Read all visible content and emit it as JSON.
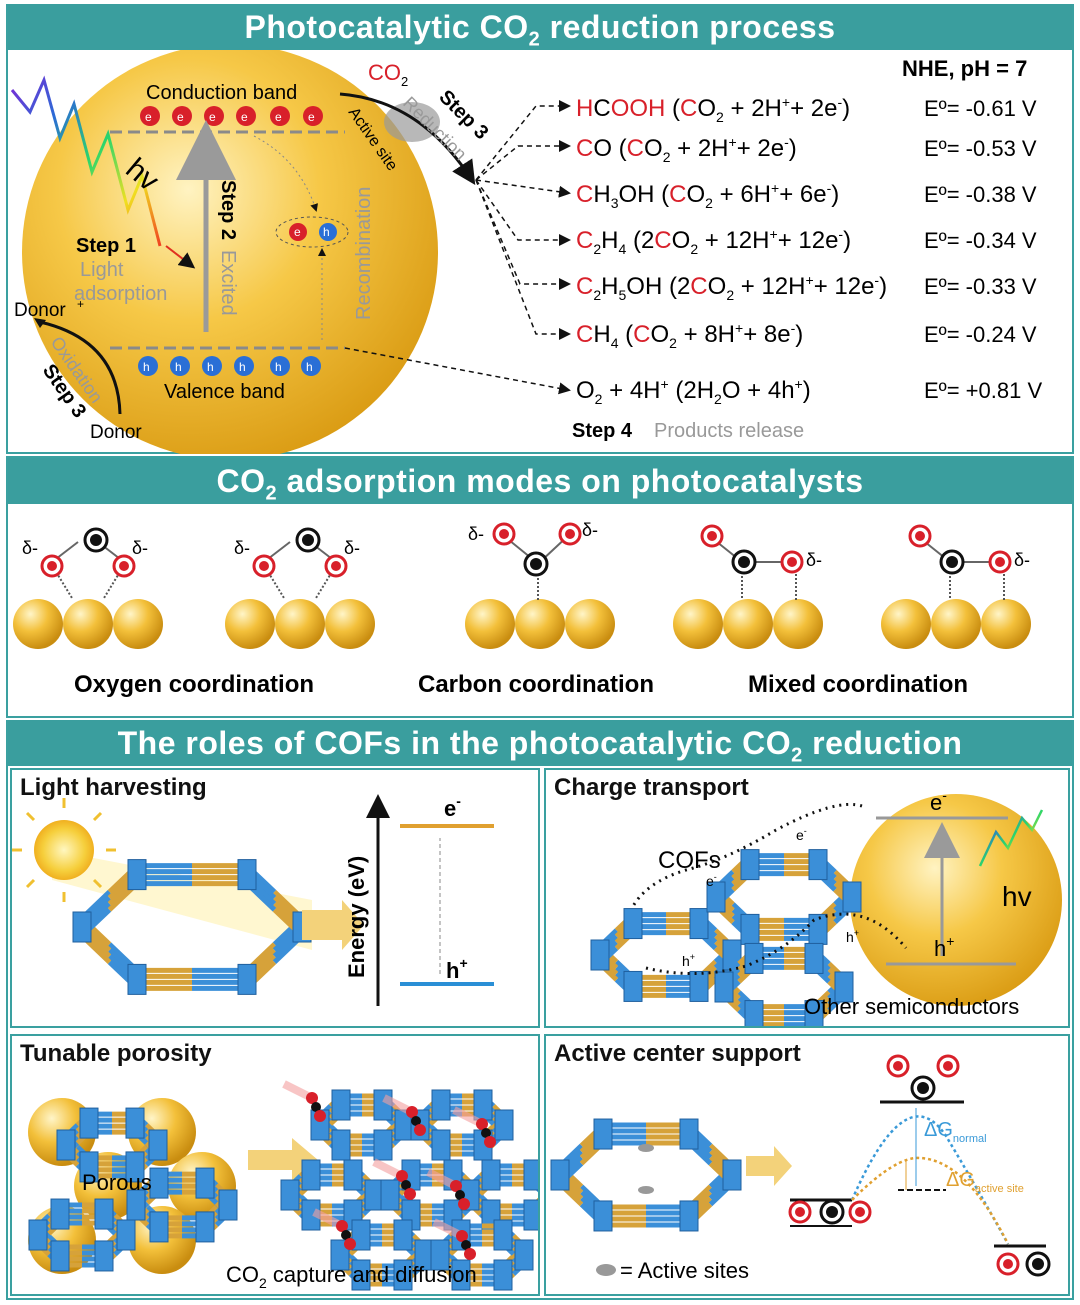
{
  "section1": {
    "title_pre": "Photocatalytic CO",
    "title_sub": "2",
    "title_post": " reduction process",
    "nhe": "NHE, pH = 7",
    "conduction_band": "Conduction band",
    "valence_band": "Valence band",
    "hv": "hv",
    "step1": "Step 1",
    "step1_desc_1": "Light",
    "step1_desc_2": "adsorption",
    "step2": "Step 2",
    "step2_desc": "Excited",
    "recombination": "Recombination",
    "active_site": "Active site",
    "reduction": "Reduction",
    "step3": "Step 3",
    "oxidation": "Oxidation",
    "donor_plus": "Donor",
    "donor": "Donor",
    "co2": "CO",
    "electron": "e",
    "hole": "h",
    "step4": "Step 4",
    "step4_desc": "Products release",
    "reactions": [
      {
        "product": "HCOOH",
        "eq": "(CO2 + 2H+ + 2e-)",
        "potential": "Eº= -0.61 V"
      },
      {
        "product": "CO",
        "eq": "(CO2 + 2H+ + 2e-)",
        "potential": "Eº= -0.53 V"
      },
      {
        "product": "CH3OH",
        "eq": "(CO2 + 6H+ + 6e-)",
        "potential": "Eº= -0.38 V"
      },
      {
        "product": "C2H4",
        "eq": "(2CO2 + 12H+ + 12e-)",
        "potential": "Eº= -0.34 V"
      },
      {
        "product": "C2H5OH",
        "eq": "(2CO2 + 12H+ + 12e-)",
        "potential": "Eº= -0.33 V"
      },
      {
        "product": "CH4",
        "eq": "(CO2 + 8H+ + 8e-)",
        "potential": "Eº= -0.24 V"
      },
      {
        "product": "O2 + 4H+",
        "eq": "(2H2O + 4h+)",
        "potential": "Eº= +0.81 V"
      }
    ]
  },
  "section2": {
    "title_pre": "CO",
    "title_sub": "2",
    "title_post": " adsorption modes on photocatalysts",
    "delta": "δ-",
    "labels": [
      "Oxygen coordination",
      "Carbon coordination",
      "Mixed coordination"
    ]
  },
  "section3": {
    "title_pre": "The roles of COFs in the photocatalytic CO",
    "title_sub": "2",
    "title_post": " reduction",
    "light_harvesting": {
      "title": "Light harvesting",
      "axis": "Energy (eV)",
      "e": "e",
      "h": "h"
    },
    "charge_transport": {
      "title": "Charge transport",
      "cofs": "COFs",
      "hv": "hv",
      "other": "Other semiconductors",
      "e": "e",
      "h": "h"
    },
    "tunable_porosity": {
      "title": "Tunable porosity",
      "porous": "Porous",
      "caption_pre": "CO",
      "caption_sub": "2",
      "caption_post": " capture and diffusion"
    },
    "active_center": {
      "title": "Active center support",
      "legend": "= Active sites",
      "dg_normal": "ΔG",
      "dg_normal_sub": "normal",
      "dg_active": "ΔG",
      "dg_active_sub": "active site"
    }
  },
  "colors": {
    "teal": "#3a9e9e",
    "gold": "#f0b62c",
    "red": "#d8202a",
    "blue": "#2a6fd6",
    "cof_blue": "#3b8fd8",
    "cof_gold": "#d6a23a"
  }
}
